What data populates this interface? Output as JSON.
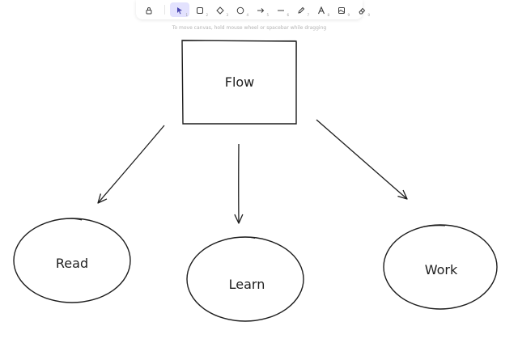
{
  "toolbar": {
    "tools": [
      {
        "name": "lock",
        "key": ""
      },
      {
        "name": "selection",
        "key": "1",
        "active": true
      },
      {
        "name": "rectangle",
        "key": "2"
      },
      {
        "name": "diamond",
        "key": "3"
      },
      {
        "name": "ellipse",
        "key": "4"
      },
      {
        "name": "arrow",
        "key": "5"
      },
      {
        "name": "line",
        "key": "6"
      },
      {
        "name": "draw",
        "key": "7"
      },
      {
        "name": "text",
        "key": "8"
      },
      {
        "name": "image",
        "key": "9"
      },
      {
        "name": "eraser",
        "key": "0"
      }
    ]
  },
  "hint": "To move canvas, hold mouse wheel or spacebar while dragging",
  "canvas": {
    "nodes": {
      "flow": "Flow",
      "read": "Read",
      "learn": "Learn",
      "work": "Work"
    }
  },
  "colors": {
    "stroke": "#1e1e1e",
    "active_tool_bg": "#e3e2fe",
    "active_tool_fg": "#4a47b1"
  }
}
